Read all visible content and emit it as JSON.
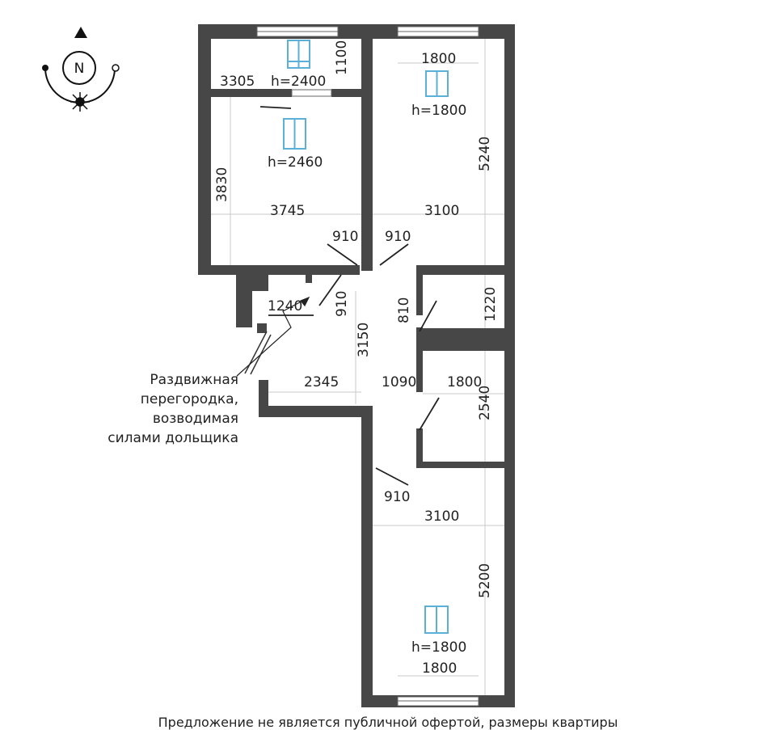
{
  "compass": {
    "north_label": "N"
  },
  "labels": {
    "d3305": "3305",
    "h2400": "h=2400",
    "d1100": "1100",
    "h2460": "h=2460",
    "d3830": "3830",
    "d3745": "3745",
    "d1800_top": "1800",
    "h1800_top": "h=1800",
    "d5240": "5240",
    "d3100_top": "3100",
    "d910_left": "910",
    "d910_right": "910",
    "d1240": "1240",
    "d910_vert": "910",
    "d3150": "3150",
    "d810": "810",
    "d1220": "1220",
    "d2345": "2345",
    "d1090": "1090",
    "d1800_mid": "1800",
    "d2540": "2540",
    "d910_bottom": "910",
    "d3100_bottom": "3100",
    "d5200": "5200",
    "h1800_bottom": "h=1800",
    "d1800_bottom": "1800"
  },
  "annotation": {
    "lines": [
      "Раздвижная",
      "перегородка,",
      "возводимая",
      "силами дольщика"
    ]
  },
  "footer": "Предложение не является публичной офертой, размеры квартиры"
}
